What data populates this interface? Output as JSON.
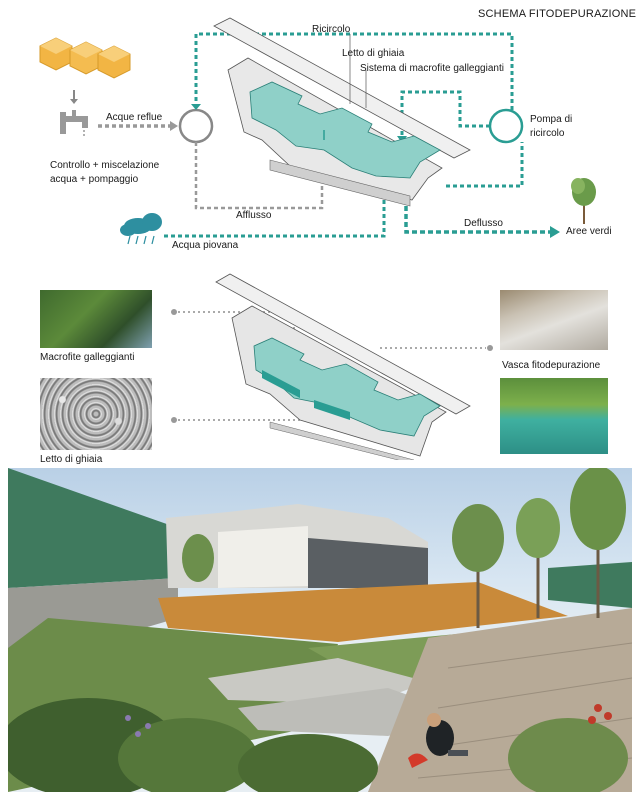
{
  "title": "SCHEMA FITODEPURAZIONE",
  "labels": {
    "ricircolo": "Ricircolo",
    "letto_ghiaia_top": "Letto di ghiaia",
    "sistema_macrofite": "Sistema di macrofite galleggianti",
    "acque_reflue": "Acque reflue",
    "controllo_line1": "Controllo + miscelazione",
    "controllo_line2": "acqua + pompaggio",
    "pompa_line1": "Pompa di",
    "pompa_line2": "ricircolo",
    "afflusso": "Afflusso",
    "deflusso": "Deflusso",
    "aree_verdi": "Aree verdi",
    "acqua_piovana": "Acqua piovana",
    "macrofite_galleggianti": "Macrofite galleggianti",
    "vasca_fitodepurazione": "Vasca fitodepurazione",
    "letto_ghiaia_bottom": "Letto di ghiaia"
  },
  "colors": {
    "teal": "#2a9d93",
    "water": "#8fd0c8",
    "gray_dash": "#8c8c8c",
    "orange": "#f2b544",
    "rain": "#2e8fa0"
  },
  "icons": [
    "building-cluster-icon",
    "faucet-icon",
    "rain-cloud-icon",
    "tree-icon"
  ]
}
